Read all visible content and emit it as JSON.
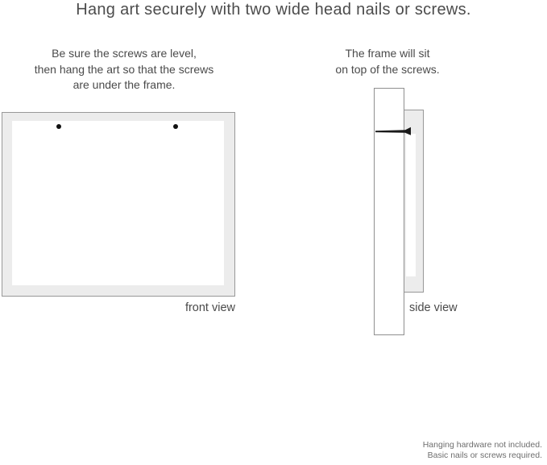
{
  "title": "Hang art securely with two wide head nails or screws.",
  "front_view": {
    "instruction_lines": [
      "Be sure the screws are level,",
      "then hang the art so that the screws",
      "are under the frame."
    ],
    "label": "front view",
    "nail_count": 2
  },
  "side_view": {
    "instruction_lines": [
      "The frame will sit",
      "on top of the screws."
    ],
    "label": "side view"
  },
  "footer": {
    "lines": [
      "Hanging hardware not included.",
      "Basic nails or screws required."
    ]
  },
  "colors": {
    "background": "#ffffff",
    "frame_fill": "#ececec",
    "frame_border": "#989898",
    "mat_fill": "#ffffff",
    "nail": "#1a1a1a",
    "text": "#4a4a4a",
    "muted_text": "#6e6e6e"
  }
}
